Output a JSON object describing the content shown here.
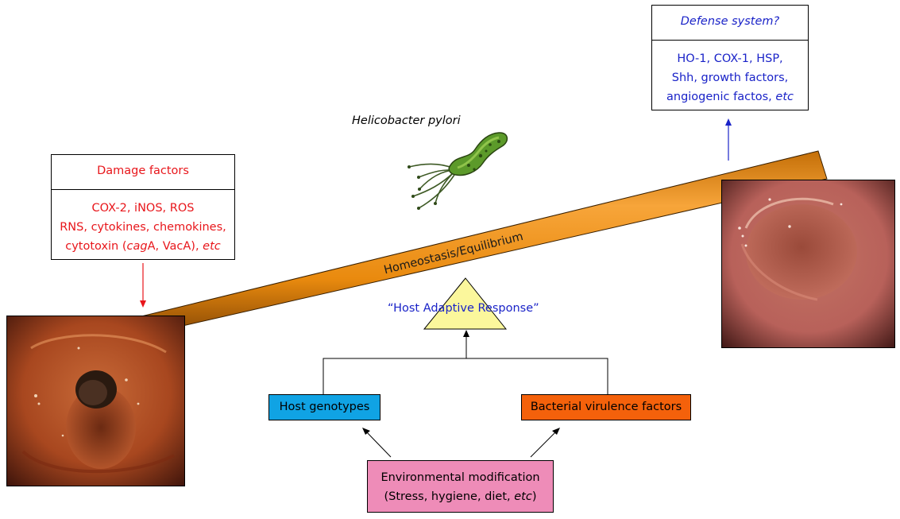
{
  "damage": {
    "header": "Damage factors",
    "line1": "COX-2, iNOS, ROS",
    "line2": "RNS, cytokines, chemokines,",
    "line3_a": "cytotoxin (",
    "line3_cag": "cag",
    "line3_b": "A, VacA), ",
    "line3_etc": "etc"
  },
  "defense": {
    "header": "Defense system?",
    "line1": "HO-1, COX-1, HSP,",
    "line2": "Shh, growth factors,",
    "line3_a": "angiogenic factos, ",
    "line3_etc": "etc"
  },
  "bacterium_label": "Helicobacter pylori",
  "beam_label": "Homeostasis/Equilibrium",
  "fulcrum_label": "“Host Adaptive Response”",
  "host_genotypes": "Host genotypes",
  "bacterial_factors": "Bacterial virulence factors",
  "environment": {
    "line1": "Environmental modification",
    "line2_a": "(Stress, hygiene, diet, ",
    "line2_etc": "etc",
    "line2_b": ")"
  },
  "colors": {
    "damage_text": "#e8161b",
    "defense_text": "#1a23c8",
    "beam": "#e98a0e",
    "fulcrum": "#fbf79c",
    "host_genotypes_fill": "#10a3e4",
    "bacterial_factors_fill": "#f4610b",
    "environment_fill": "#ee8cb8"
  },
  "icons": {
    "bacterium": "helicobacter-bacterium-illustration",
    "left_photo": "endoscopy-ulcer-photo",
    "right_photo": "endoscopy-healthy-stomach-photo"
  }
}
